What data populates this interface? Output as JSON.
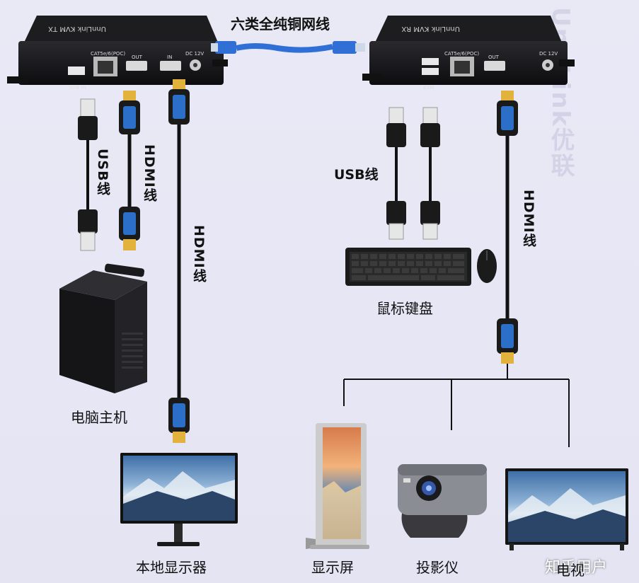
{
  "cable_cat6": "六类全纯铜网线",
  "tx_device": {
    "top_text": "UnnLink KVM  TX",
    "ports": [
      "USB IN",
      "CAT5e/6(POC)",
      "OUT",
      "IN",
      "DC 12V"
    ]
  },
  "rx_device": {
    "top_text": "UnnLink KVM  RX",
    "ports": [
      "KVM",
      "CAT5e/6(POC)",
      "OUT",
      "DC 12V"
    ]
  },
  "labels": {
    "usb_left": "USB线",
    "hdmi_left": "HDMI线",
    "hdmi_long": "HDMI线",
    "usb_right": "USB线",
    "hdmi_right": "HDMI线",
    "keyboard_mouse": "鼠标键盘",
    "pc": "电脑主机",
    "local_monitor": "本地显示器",
    "kiosk": "显示屏",
    "projector": "投影仪",
    "tv": "电视"
  },
  "watermark": {
    "side": "UnnLink优联",
    "corner": "知乎用户"
  }
}
